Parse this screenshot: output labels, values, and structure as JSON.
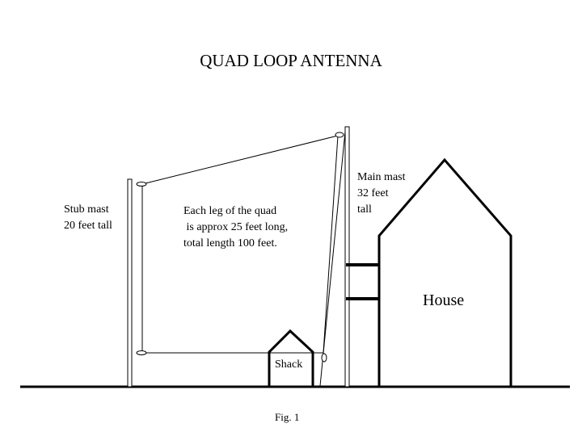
{
  "title": "QUAD LOOP ANTENNA",
  "labels": {
    "stub_mast": "Stub mast\n20 feet tall",
    "quad_leg": "Each leg of the quad\n is approx 25 feet long,\ntotal length 100 feet.",
    "main_mast": "Main mast\n32 feet\ntall",
    "house": "House",
    "shack": "Shack",
    "figure": "Fig. 1"
  },
  "colors": {
    "line": "#000000",
    "background": "#ffffff"
  }
}
